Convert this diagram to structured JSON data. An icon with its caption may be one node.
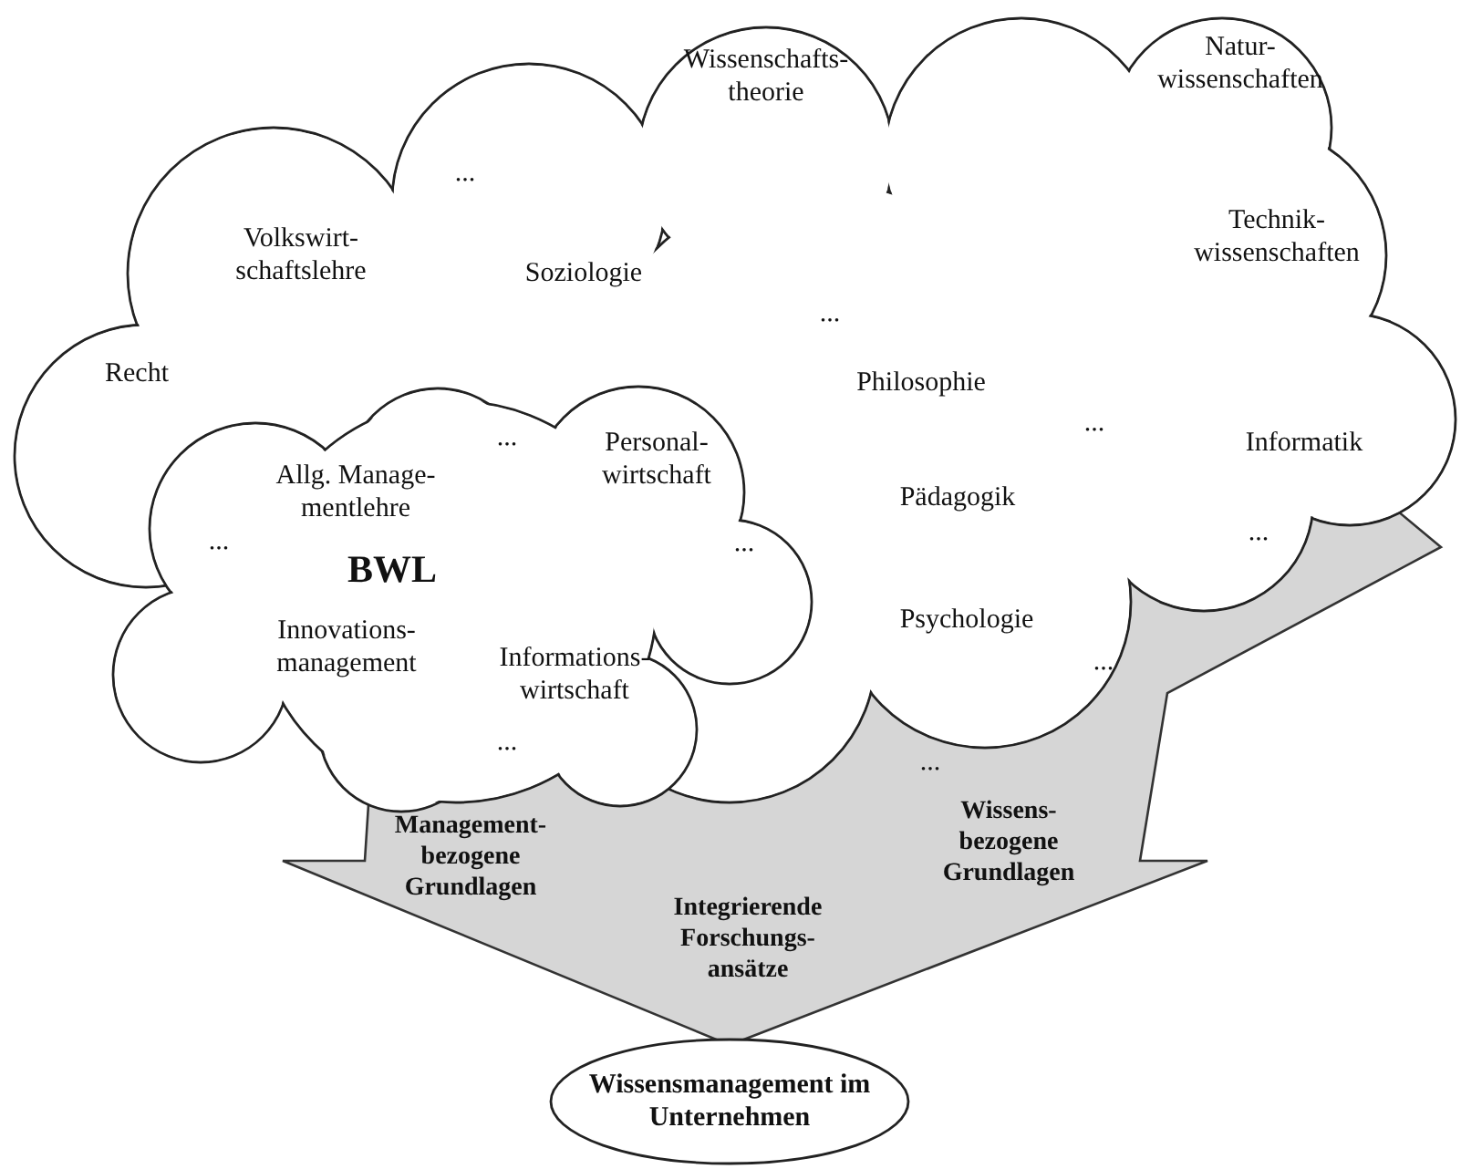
{
  "diagram": {
    "nodes": [
      {
        "text": [
          "...",
          "Wissenschafts- theorie",
          "Natur- wissenschaften",
          "Volkswirt- schaftslehre",
          "Soziologie",
          "...",
          "Technik- wissenschaften",
          "Recht",
          "Philosophie",
          "...",
          "Informatik",
          "Pädagogik",
          "...",
          "Psychologie",
          "...",
          "..."
        ]
      },
      {
        "text": [
          "Allg. Manage- mentlehre",
          "...",
          "Personal- wirtschaft",
          "...",
          "BWL",
          "...",
          "Innovations- management",
          "Informations- wirtschaft",
          "..."
        ],
        "in": 0
      },
      {
        "text": [
          "Wissensmanagement im Unternehmen"
        ]
      }
    ],
    "edges": [
      {
        "from": 0,
        "to": 2,
        "arrow": "to"
      }
    ],
    "labels": [
      "Management- bezogene Grundlagen",
      "Wissens- bezogene Grundlagen",
      "Integrierende Forschungs- ansätze"
    ]
  }
}
